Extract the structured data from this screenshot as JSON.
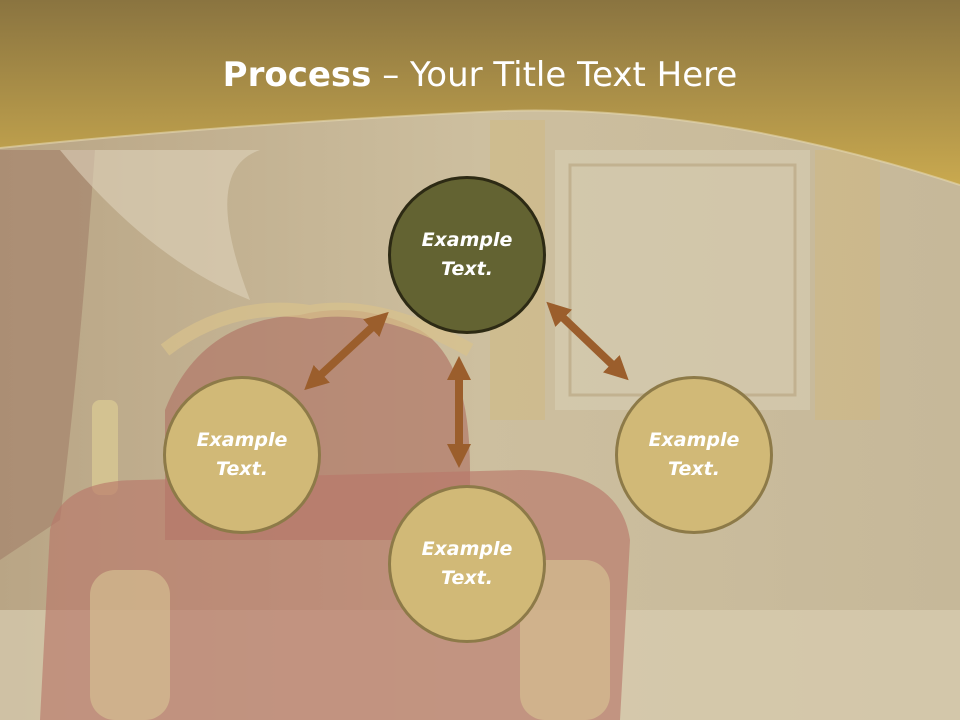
{
  "slide": {
    "title_bold": "Process",
    "title_separator": " – ",
    "title_rest": "Your Title Text Here"
  },
  "diagram": {
    "nodes": [
      {
        "id": "top",
        "label": "Example\nText.",
        "style": "dark"
      },
      {
        "id": "left",
        "label": "Example\nText.",
        "style": "light"
      },
      {
        "id": "right",
        "label": "Example\nText.",
        "style": "light"
      },
      {
        "id": "bottom",
        "label": "Example\nText.",
        "style": "light"
      }
    ],
    "edges": [
      {
        "from": "top",
        "to": "left",
        "type": "double-arrow"
      },
      {
        "from": "top",
        "to": "right",
        "type": "double-arrow"
      },
      {
        "from": "top",
        "to": "bottom",
        "type": "double-arrow"
      }
    ],
    "colors": {
      "arrow": "#9b5e2c",
      "node_dark_fill": "#636332",
      "node_dark_border": "#2d2a14",
      "node_light_fill": "#d1b977",
      "node_light_border": "#8d7a48",
      "banner": "#c1a24f"
    }
  }
}
